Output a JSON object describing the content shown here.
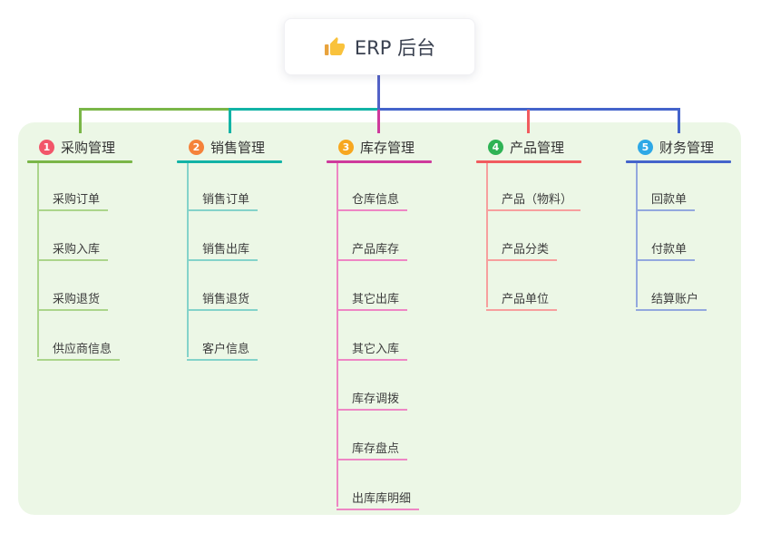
{
  "root": {
    "title": "ERP 后台",
    "icon": "thumbs-up"
  },
  "trunk_color": "#5362c7",
  "panel_bg": "#ecf7e6",
  "branches": [
    {
      "num": "1",
      "label": "采购管理",
      "badge_color": "#f2566a",
      "line_color": "#7ab648",
      "child_line_color": "#abd58b",
      "children": [
        "采购订单",
        "采购入库",
        "采购退货",
        "供应商信息"
      ]
    },
    {
      "num": "2",
      "label": "销售管理",
      "badge_color": "#f5823a",
      "line_color": "#12b3a6",
      "child_line_color": "#84d3ca",
      "children": [
        "销售订单",
        "销售出库",
        "销售退货",
        "客户信息"
      ]
    },
    {
      "num": "3",
      "label": "库存管理",
      "badge_color": "#f7a71f",
      "line_color": "#ce3a9c",
      "child_line_color": "#ee86c4",
      "children": [
        "仓库信息",
        "产品库存",
        "其它出库",
        "其它入库",
        "库存调拨",
        "库存盘点",
        "出库库明细"
      ]
    },
    {
      "num": "4",
      "label": "产品管理",
      "badge_color": "#2fb355",
      "line_color": "#f15b5f",
      "child_line_color": "#f79f9e",
      "children": [
        "产品（物料）",
        "产品分类",
        "产品单位"
      ]
    },
    {
      "num": "5",
      "label": "财务管理",
      "badge_color": "#2ea8e6",
      "line_color": "#4464cb",
      "child_line_color": "#93a8de",
      "children": [
        "回款单",
        "付款单",
        "结算账户"
      ]
    }
  ]
}
